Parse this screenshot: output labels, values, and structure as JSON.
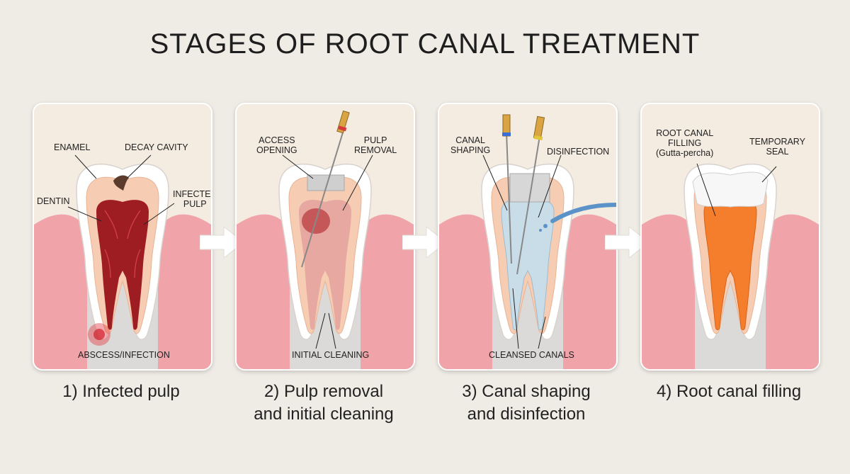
{
  "title": "STAGES OF ROOT CANAL TREATMENT",
  "stages": [
    {
      "caption_line1": "1) Infected pulp",
      "caption_line2": "",
      "labels": {
        "enamel": "ENAMEL",
        "decay_cavity": "DECAY CAVITY",
        "dentin": "DENTIN",
        "infected_pulp_1": "INFECTED",
        "infected_pulp_2": "PULP",
        "abscess": "ABSCESS/INFECTION"
      }
    },
    {
      "caption_line1": "2) Pulp removal",
      "caption_line2": "and initial cleaning",
      "labels": {
        "access_opening_1": "ACCESS",
        "access_opening_2": "OPENING",
        "pulp_removal_1": "PULP",
        "pulp_removal_2": "REMOVAL",
        "initial_cleaning": "INITIAL CLEANING"
      }
    },
    {
      "caption_line1": "3) Canal shaping",
      "caption_line2": "and disinfection",
      "labels": {
        "canal_shaping_1": "CANAL",
        "canal_shaping_2": "SHAPING",
        "disinfection": "DISINFECTION",
        "cleansed_canals": "CLEANSED CANALS"
      }
    },
    {
      "caption_line1": "4) Root canal filling",
      "caption_line2": "",
      "labels": {
        "root_canal_filling_1": "ROOT CANAL",
        "root_canal_filling_2": "FILLING",
        "root_canal_filling_3": "(Gutta-percha)",
        "temporary_seal_1": "TEMPORARY",
        "temporary_seal_2": "SEAL"
      }
    }
  ],
  "colors": {
    "background": "#efebe5",
    "panel": "#f4ebe1",
    "gum": "#f0a3a9",
    "bone": "#dcdad8",
    "enamel": "#ffffff",
    "dentin": "#f6cdb2",
    "infected_pulp": "#9e1d22",
    "clean_canal": "#c9dde8",
    "filling": "#f57e2c",
    "seal": "#f7f7f7",
    "arrow": "#ffffff"
  }
}
